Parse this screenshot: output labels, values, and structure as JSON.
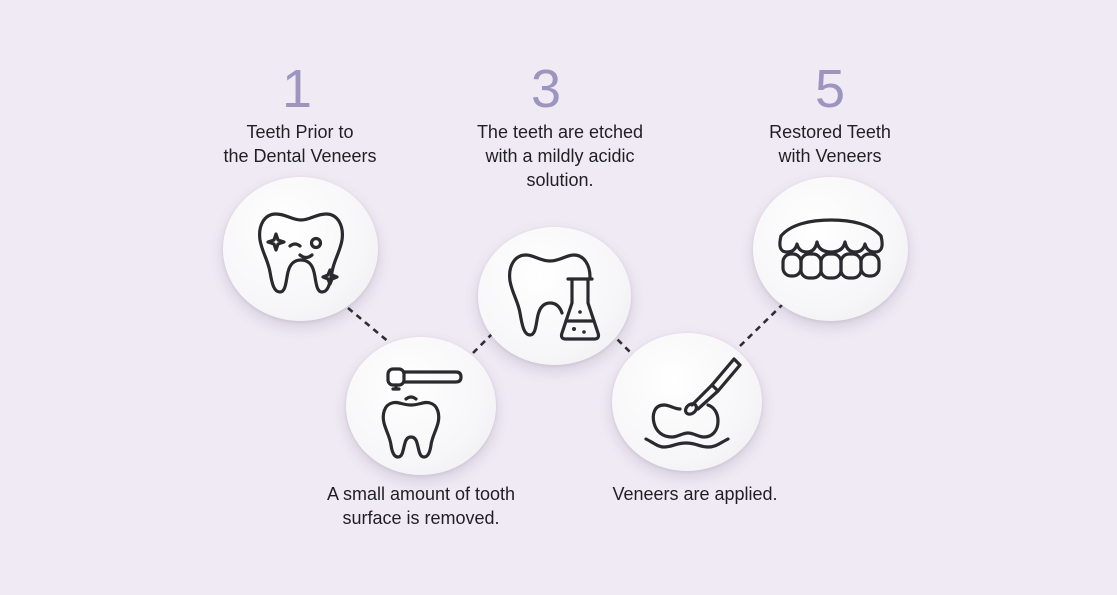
{
  "steps": [
    {
      "number": "1",
      "caption_line1": "Teeth Prior to",
      "caption_line2": "the Dental Veneers",
      "icon": "sparkling-tooth-icon"
    },
    {
      "number": "",
      "caption_line1": "A small amount of tooth",
      "caption_line2": "surface is removed.",
      "icon": "dental-drill-tooth-icon"
    },
    {
      "number": "3",
      "caption_line1": "The teeth are etched",
      "caption_line2": "with a mildly acidic",
      "caption_line3": "solution.",
      "icon": "tooth-acid-flask-icon"
    },
    {
      "number": "",
      "caption_line1": "Veneers are applied.",
      "icon": "veneer-application-icon"
    },
    {
      "number": "5",
      "caption_line1": "Restored Teeth",
      "caption_line2": "with Veneers",
      "icon": "restored-teeth-row-icon"
    }
  ],
  "colors": {
    "background": "#f0eaf4",
    "number": "#9c95bd",
    "text": "#1f1f24",
    "icon_stroke": "#2a2a2e",
    "connector": "#2e2e34"
  }
}
